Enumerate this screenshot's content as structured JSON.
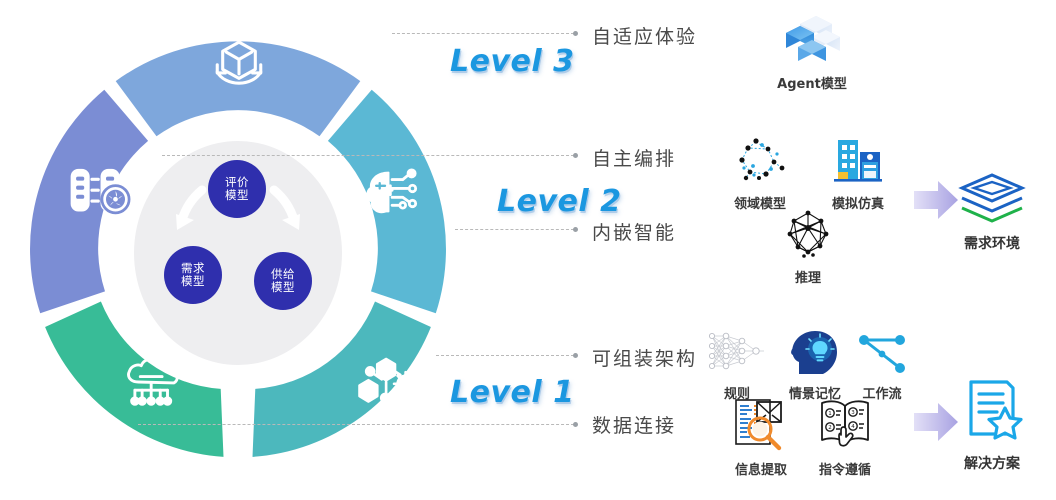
{
  "diagram": {
    "title_levels": [
      {
        "id": "level3",
        "label": "Level 3"
      },
      {
        "id": "level2",
        "label": "Level 2"
      },
      {
        "id": "level1",
        "label": "Level 1"
      }
    ],
    "wheel": {
      "segments": [
        {
          "id": "top",
          "icon": "cube-rotate-icon",
          "color": "#7ea7dc"
        },
        {
          "id": "right-upper",
          "icon": "ai-brain-chip-icon",
          "color": "#5bb8d4"
        },
        {
          "id": "right-lower",
          "icon": "hexagon-gear-icon",
          "color": "#4cb8bd"
        },
        {
          "id": "bottom-left",
          "icon": "cloud-network-icon",
          "color": "#38bc97"
        },
        {
          "id": "left",
          "icon": "server-data-icon",
          "color": "#7b8dd4"
        }
      ],
      "hub": [
        {
          "id": "evaluation",
          "line1": "评价",
          "line2": "模型"
        },
        {
          "id": "demand",
          "line1": "需求",
          "line2": "模型"
        },
        {
          "id": "supply",
          "line1": "供给",
          "line2": "模型"
        }
      ],
      "hub_color": "#2f2fad",
      "hub_plate_color": "#eeeef0"
    },
    "capabilities": [
      {
        "id": "adaptive-experience",
        "label": "自适应体验"
      },
      {
        "id": "autonomous-orchestration",
        "label": "自主编排"
      },
      {
        "id": "embedded-intelligence",
        "label": "内嵌智能"
      },
      {
        "id": "composable-architecture",
        "label": "可组装架构"
      },
      {
        "id": "data-connectivity",
        "label": "数据连接"
      }
    ],
    "groups": [
      {
        "id": "agent-group",
        "icons": [
          {
            "id": "agent-model",
            "label": "Agent模型",
            "icon": "isometric-cubes-icon"
          }
        ]
      },
      {
        "id": "level2-group",
        "icons": [
          {
            "id": "domain-model",
            "label": "领域模型",
            "icon": "node-graph-icon"
          },
          {
            "id": "simulation",
            "label": "模拟仿真",
            "icon": "buildings-icon"
          },
          {
            "id": "reasoning",
            "label": "推理",
            "icon": "brain-mesh-icon"
          }
        ]
      },
      {
        "id": "level1-group",
        "icons": [
          {
            "id": "rules",
            "label": "规则",
            "icon": "neural-net-icon"
          },
          {
            "id": "episodic-memory",
            "label": "情景记忆",
            "icon": "head-bulb-icon"
          },
          {
            "id": "workflow",
            "label": "工作流",
            "icon": "workflow-nodes-icon"
          },
          {
            "id": "information-extraction",
            "label": "信息提取",
            "icon": "doc-magnifier-icon"
          },
          {
            "id": "instruction-following",
            "label": "指令遵循",
            "icon": "book-hand-icon"
          }
        ]
      }
    ],
    "results": [
      {
        "id": "demand-environment",
        "label": "需求环境",
        "icon": "stacked-layers-icon"
      },
      {
        "id": "solution",
        "label": "解决方案",
        "icon": "document-star-icon"
      }
    ],
    "colors": {
      "level_text": "#1b97e0",
      "caption_text": "#4a4a4a",
      "arrow_from": "#b9b6ea",
      "arrow_to": "#cfc9f4",
      "accent_cyan": "#1aa7e8",
      "accent_green": "#1fb24a",
      "accent_blue": "#1b63c4"
    }
  }
}
